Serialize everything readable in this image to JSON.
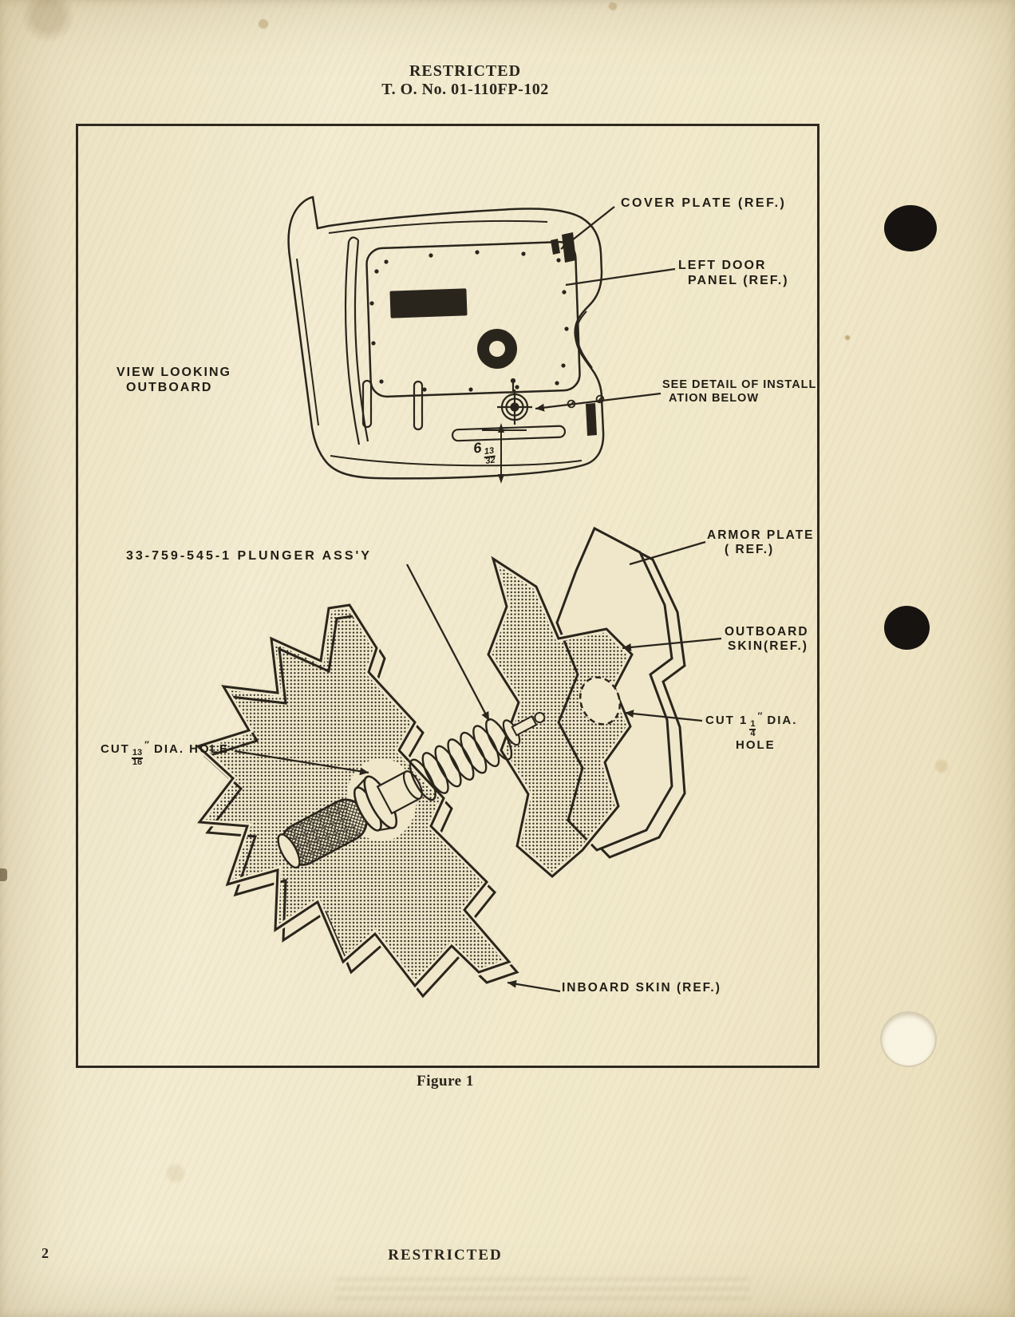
{
  "header": {
    "classification": "RESTRICTED",
    "to_number": "T. O. No. 01-110FP-102"
  },
  "figure": {
    "caption": "Figure 1",
    "view_label_line1": "VIEW LOOKING",
    "view_label_line2": "OUTBOARD",
    "cover_plate_label": "COVER PLATE (REF.)",
    "left_door_line1": "LEFT DOOR",
    "left_door_line2": "PANEL (REF.)",
    "see_detail_line1": "SEE DETAIL OF INSTALL",
    "see_detail_line2": "ATION BELOW",
    "dim_whole": "6",
    "dim_num": "13",
    "dim_den": "32",
    "plunger_label": "33-759-545-1 PLUNGER ASS'Y",
    "armor_line1": "ARMOR PLATE",
    "armor_line2": "( REF.)",
    "outboard_line1": "OUTBOARD",
    "outboard_line2": "SKIN(REF.)",
    "cut_left_prefix": "CUT",
    "cut_left_num": "13",
    "cut_left_den": "16",
    "cut_left_unit": "″",
    "cut_left_suffix": "DIA. HOLE",
    "cut_right_prefix": "CUT 1",
    "cut_right_num": "1",
    "cut_right_den": "4",
    "cut_right_unit": "″",
    "cut_right_mid": "DIA.",
    "cut_right_line2": "HOLE",
    "inboard_label": "INBOARD SKIN (REF.)"
  },
  "footer": {
    "page_number": "2",
    "classification": "RESTRICTED"
  },
  "colors": {
    "paper": "#f0e7cb",
    "ink": "#2a251c"
  }
}
